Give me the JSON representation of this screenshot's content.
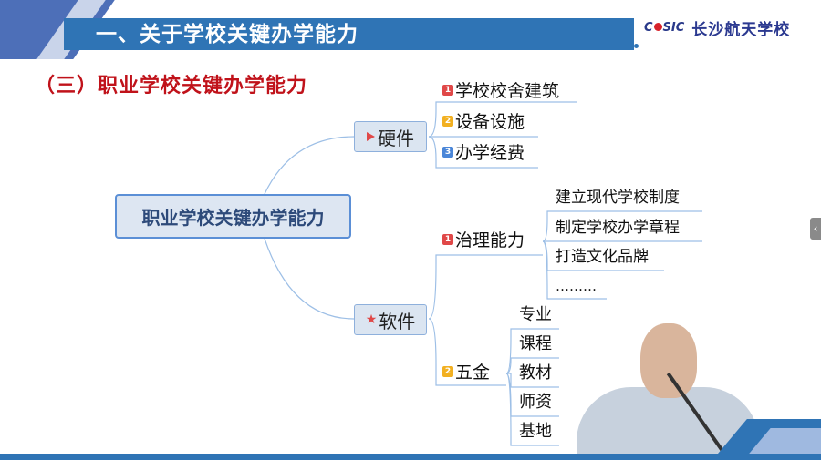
{
  "header": {
    "title": "一、关于学校关键办学能力",
    "logo": {
      "mark": "CASIC",
      "name": "长沙航天学校"
    }
  },
  "subtitle": "（三）职业学校关键办学能力",
  "mindmap": {
    "root": "职业学校关键办学能力",
    "branches": [
      {
        "label": "硬件",
        "icon": "flag-icon",
        "children": [
          {
            "num": "1",
            "label": "学校校舍建筑"
          },
          {
            "num": "2",
            "label": "设备设施"
          },
          {
            "num": "3",
            "label": "办学经费"
          }
        ]
      },
      {
        "label": "软件",
        "icon": "star-icon",
        "children": [
          {
            "num": "1",
            "label": "治理能力",
            "children": [
              "建立现代学校制度",
              "制定学校办学章程",
              "打造文化品牌",
              "………"
            ]
          },
          {
            "num": "2",
            "label": "五金",
            "children": [
              "专业",
              "课程",
              "教材",
              "师资",
              "基地"
            ]
          }
        ]
      }
    ]
  },
  "nav": {
    "prev_arrow": "‹"
  },
  "colors": {
    "accent": "#2f74b5",
    "subtitle": "#c0121a",
    "root_border": "#5b8fd6"
  }
}
